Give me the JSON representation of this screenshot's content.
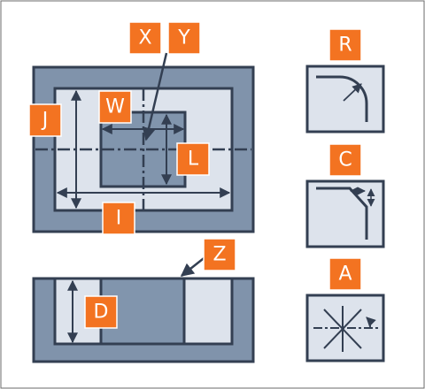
{
  "colors": {
    "outline": "#333f52",
    "outer_fill": "#8093ab",
    "light_fill": "#dde3ec",
    "mid_fill": "#8195ad",
    "accent": "#f37321",
    "label_text": "#ffffff",
    "frame_border": "#6b6b6b"
  },
  "labels": {
    "x": "X",
    "y": "Y",
    "w": "W",
    "j": "J",
    "l": "L",
    "i": "I",
    "z": "Z",
    "d": "D",
    "r": "R",
    "c": "C",
    "a": "A"
  }
}
